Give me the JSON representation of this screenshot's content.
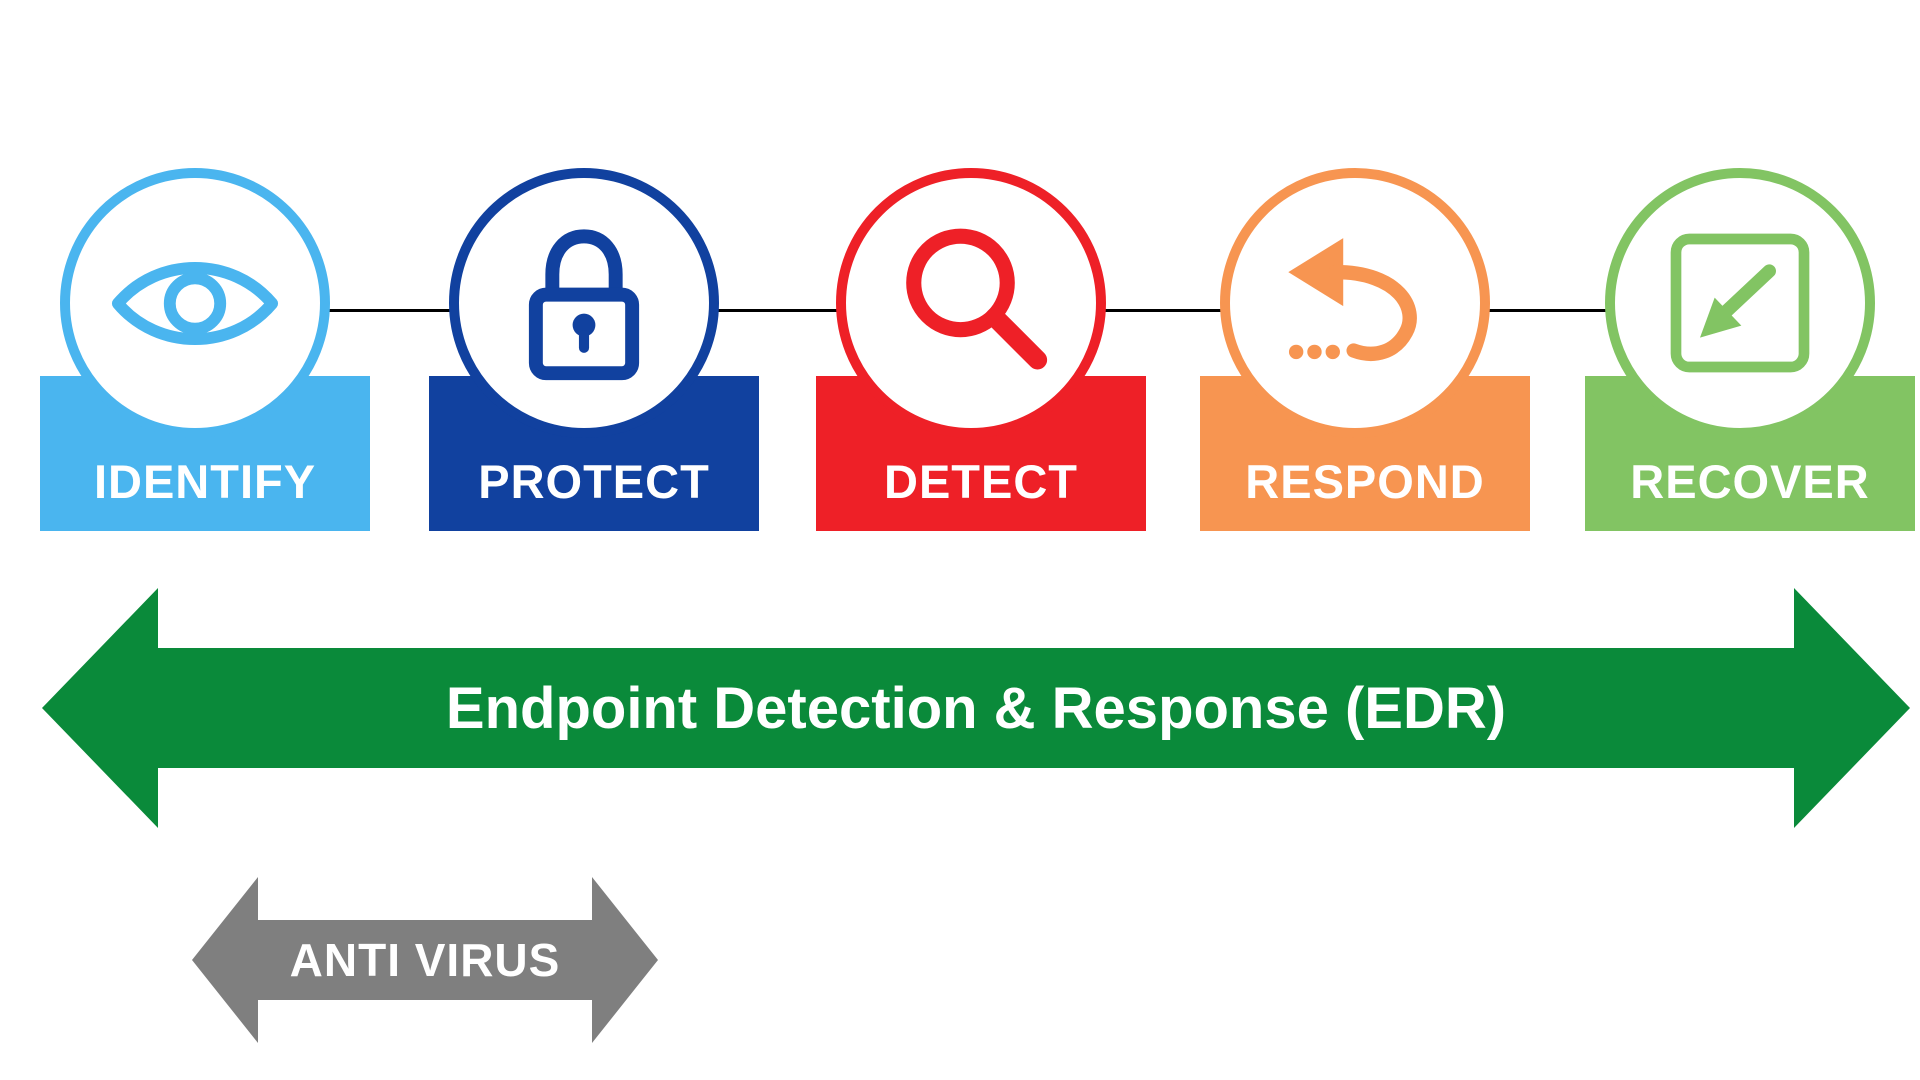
{
  "background": "#ffffff",
  "connector_color": "#000000",
  "stages": [
    {
      "label": "IDENTIFY",
      "color": "#4ab5ef",
      "icon": "eye-icon"
    },
    {
      "label": "PROTECT",
      "color": "#11419f",
      "icon": "padlock-icon"
    },
    {
      "label": "DETECT",
      "color": "#ee2027",
      "icon": "magnifier-icon"
    },
    {
      "label": "RESPOND",
      "color": "#f79551",
      "icon": "undo-arrow-icon"
    },
    {
      "label": "RECOVER",
      "color": "#82c463",
      "icon": "restore-arrow-icon"
    }
  ],
  "edr": {
    "label": "Endpoint Detection & Response (EDR)",
    "color": "#0a8a3a"
  },
  "antivirus": {
    "label": "ANTI VIRUS",
    "color": "#7f7f7f"
  }
}
